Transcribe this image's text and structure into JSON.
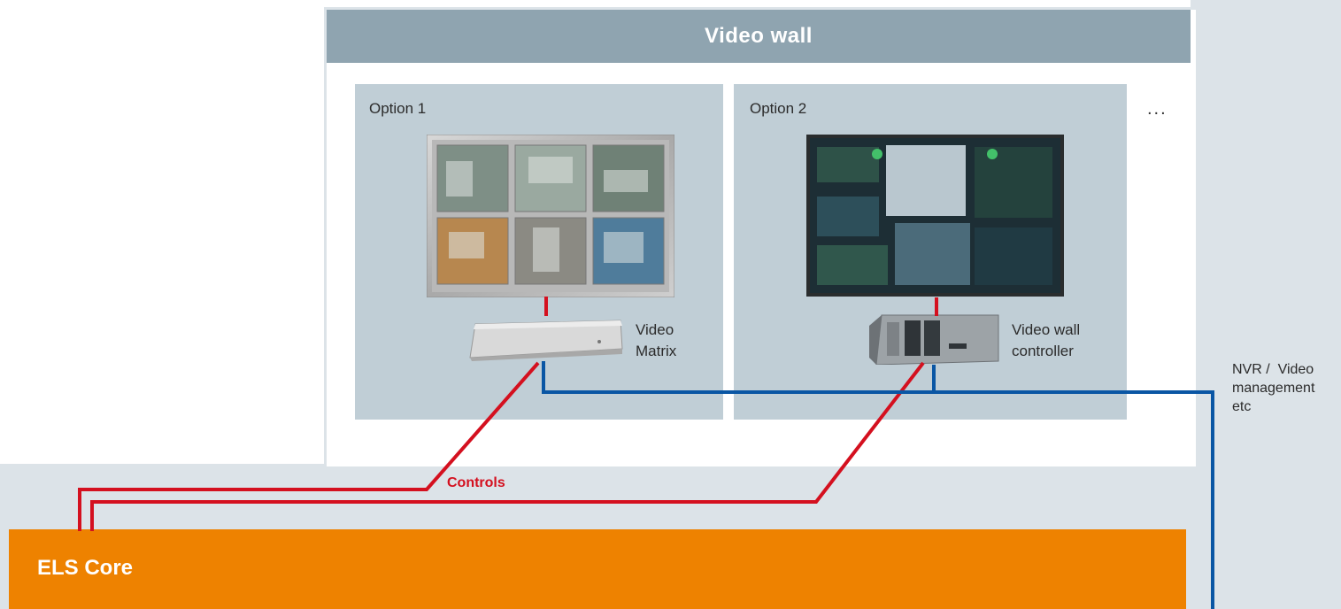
{
  "video_wall": {
    "title": "Video wall",
    "options": [
      {
        "label": "Option 1",
        "device_line1": "Video",
        "device_line2": "Matrix",
        "display_icon": "monitor-grid-icon",
        "device_icon": "video-matrix-icon"
      },
      {
        "label": "Option 2",
        "device_line1": "Video wall",
        "device_line2": "controller",
        "display_icon": "control-room-display-icon",
        "device_icon": "rack-server-icon"
      }
    ],
    "more": "..."
  },
  "nvr": {
    "label": "NVR /  Video\nmanagement\netc"
  },
  "connections": {
    "controls_label": "Controls"
  },
  "core": {
    "label": "ELS Core"
  },
  "colors": {
    "header": "#8fa4b0",
    "panel": "#c0ced6",
    "background": "#dce3e8",
    "core": "#ee8200",
    "control_line": "#d4101f",
    "video_line": "#0a56a4"
  }
}
